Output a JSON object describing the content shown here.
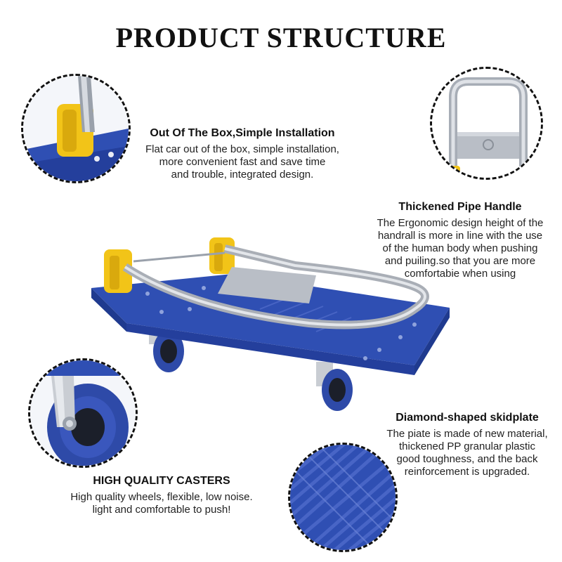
{
  "title": "PRODUCT STRUCTURE",
  "features": {
    "installation": {
      "heading": "Out Of The Box,Simple Installation",
      "lines": [
        "Flat car out of the box, simple installation,",
        "more convenient fast and save time",
        "and trouble, integrated design."
      ]
    },
    "handle": {
      "heading": "Thickened Pipe Handle",
      "lines": [
        "The Ergonomic design height of the",
        "handrall is more in line with the use",
        "of the human body when pushing",
        "and puiling.so that you are more",
        "comfortabie when using"
      ]
    },
    "casters": {
      "heading": "HIGH QUALITY CASTERS",
      "lines": [
        "High quality wheels, flexible, low noise.",
        "light and comfortable to push!"
      ]
    },
    "skidplate": {
      "heading": "Diamond-shaped skidplate",
      "lines": [
        "The piate is made of new material,",
        "thickened PP granular plastic",
        "good toughness, and the back",
        "reinforcement is upgraded."
      ]
    }
  },
  "colors": {
    "deck_blue": "#2f4fb3",
    "deck_dark": "#1f3a8f",
    "accent_yellow": "#f2c418",
    "steel": "#b9bec6"
  }
}
